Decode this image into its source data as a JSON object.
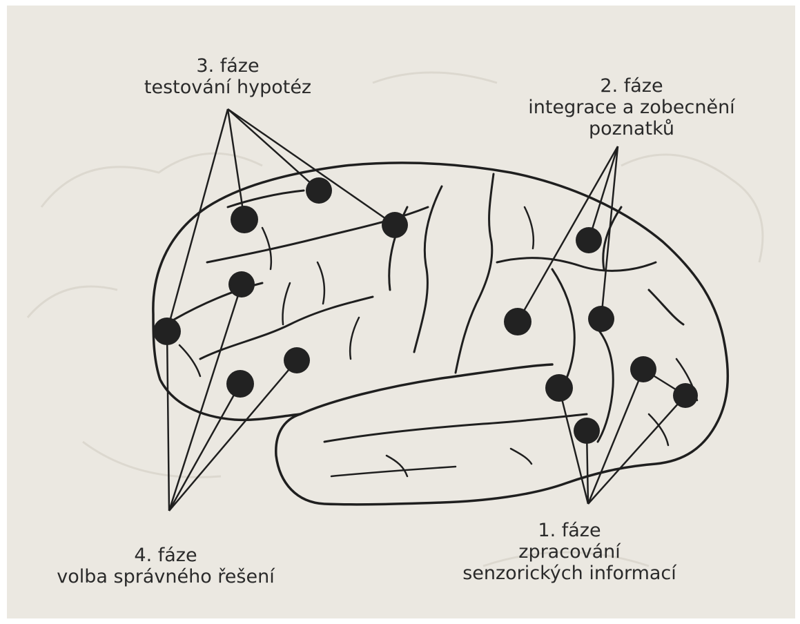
{
  "colors": {
    "paper": "#ebe8e1",
    "ink": "#1f1f1f",
    "dot": "#222222",
    "bleed_through": "#dcd8cf"
  },
  "phases": {
    "phase1": {
      "title": "1. fáze",
      "lines": [
        "zpracování",
        "senzorických informací"
      ]
    },
    "phase2": {
      "title": "2. fáze",
      "lines": [
        "integrace a zobecnění",
        "poznatků"
      ]
    },
    "phase3": {
      "title": "3. fáze",
      "lines": [
        "testování hypotéz"
      ]
    },
    "phase4": {
      "title": "4. fáze",
      "lines": [
        "volba správného řešení"
      ]
    }
  }
}
